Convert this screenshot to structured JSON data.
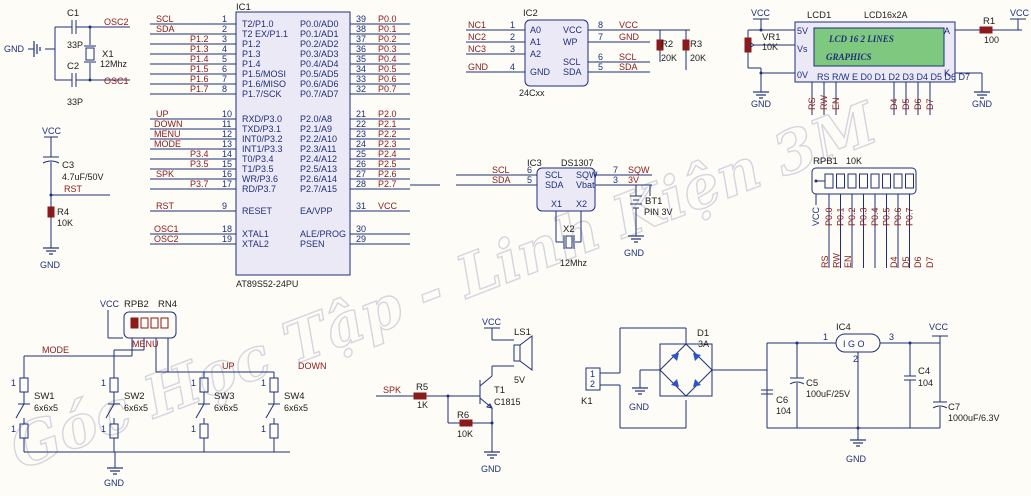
{
  "watermark": "Góc Học Tập - Linh Kiện 3M",
  "ic1": {
    "ref": "IC1",
    "part": "AT89S52-24PU",
    "left_pins": [
      {
        "net": "SCL",
        "name": "T2/P1.0",
        "num": "1"
      },
      {
        "net": "SDA",
        "name": "T2 EX/P1.1",
        "num": "2"
      },
      {
        "net": "",
        "name": "P1.2",
        "num": "3"
      },
      {
        "net": "",
        "name": "P1.3",
        "num": "4"
      },
      {
        "net": "",
        "name": "P1.4",
        "num": "5"
      },
      {
        "net": "",
        "name": "P1.5/MOSI",
        "num": "6"
      },
      {
        "net": "",
        "name": "P1.6/MISO",
        "num": "7"
      },
      {
        "net": "",
        "name": "P1.7/SCK",
        "num": "8"
      },
      {
        "net": "UP",
        "name": "RXD/P3.0",
        "num": "10"
      },
      {
        "net": "DOWN",
        "name": "TXD/P3.1",
        "num": "11"
      },
      {
        "net": "MENU",
        "name": "INT0/P3.2",
        "num": "12"
      },
      {
        "net": "MODE",
        "name": "INT1/P3.3",
        "num": "13"
      },
      {
        "net": "",
        "name": "T0/P3.4",
        "num": "14"
      },
      {
        "net": "",
        "name": "T1/P3.5",
        "num": "15"
      },
      {
        "net": "SPK",
        "name": "WR/P3.6",
        "num": "16"
      },
      {
        "net": "",
        "name": "RD/P3.7",
        "num": "17"
      },
      {
        "net": "RST",
        "name": "RESET",
        "num": "9"
      },
      {
        "net": "OSC1",
        "name": "XTAL1",
        "num": "18"
      },
      {
        "net": "OSC2",
        "name": "XTAL2",
        "num": "19"
      }
    ],
    "left_small_labels": [
      "P1.2",
      "P1.3",
      "P1.4",
      "P1.5",
      "P1.6",
      "P1.7",
      "P3.4",
      "P3.5",
      "P3.7"
    ],
    "right_pins": [
      {
        "name": "P0.0/AD0",
        "num": "39",
        "net": "P0.0"
      },
      {
        "name": "P0.1/AD1",
        "num": "38",
        "net": "P0.1"
      },
      {
        "name": "P0.2/AD2",
        "num": "37",
        "net": "P0.2"
      },
      {
        "name": "P0.3/AD3",
        "num": "36",
        "net": "P0.3"
      },
      {
        "name": "P0.4/AD4",
        "num": "35",
        "net": "P0.4"
      },
      {
        "name": "P0.5/AD5",
        "num": "34",
        "net": "P0.5"
      },
      {
        "name": "P0.6/AD6",
        "num": "33",
        "net": "P0.6"
      },
      {
        "name": "P0.7/AD7",
        "num": "32",
        "net": "P0.7"
      },
      {
        "name": "P2.0/A8",
        "num": "21",
        "net": "P2.0"
      },
      {
        "name": "P2.1/A9",
        "num": "22",
        "net": "P2.1"
      },
      {
        "name": "P2.2/A10",
        "num": "23",
        "net": "P2.2"
      },
      {
        "name": "P2.3/A11",
        "num": "24",
        "net": "P2.3"
      },
      {
        "name": "P2.4/A12",
        "num": "25",
        "net": "P2.4"
      },
      {
        "name": "P2.5/A13",
        "num": "26",
        "net": "P2.5"
      },
      {
        "name": "P2.6/A14",
        "num": "27",
        "net": "P2.6"
      },
      {
        "name": "P2.7/A15",
        "num": "28",
        "net": "P2.7"
      },
      {
        "name": "EA/VPP",
        "num": "31",
        "net": "VCC"
      },
      {
        "name": "ALE/PROG",
        "num": "30",
        "net": ""
      },
      {
        "name": "PSEN",
        "num": "29",
        "net": ""
      }
    ]
  },
  "osc": {
    "c1_ref": "C1",
    "c1_val": "33P",
    "c2_ref": "C2",
    "c2_val": "33P",
    "x1_ref": "X1",
    "x1_val": "12Mhz",
    "gnd": "GND",
    "osc1": "OSC1",
    "osc2": "OSC2"
  },
  "reset": {
    "vcc": "VCC",
    "c3_ref": "C3",
    "c3_val": "4.7uF/50V",
    "rst": "RST",
    "r4_ref": "R4",
    "r4_val": "10K",
    "gnd": "GND"
  },
  "ic2": {
    "ref": "IC2",
    "part": "24Cxx",
    "left": [
      {
        "net": "NC1",
        "name": "A0",
        "num": "1"
      },
      {
        "net": "NC2",
        "name": "A1",
        "num": "2"
      },
      {
        "net": "NC3",
        "name": "A2",
        "num": "3"
      },
      {
        "net": "GND",
        "name": "GND",
        "num": "4"
      }
    ],
    "right": [
      {
        "name": "VCC",
        "num": "8",
        "net": "VCC"
      },
      {
        "name": "WP",
        "num": "7",
        "net": "GND"
      },
      {
        "name": "SCL",
        "num": "6",
        "net": "SCL"
      },
      {
        "name": "SDA",
        "num": "5",
        "net": "SDA"
      }
    ],
    "r2_ref": "R2",
    "r2_val": "20K",
    "r3_ref": "R3",
    "r3_val": "20K"
  },
  "ic3": {
    "ref": "IC3",
    "part": "DS1307",
    "left": [
      {
        "net": "SCL",
        "name": "SCL",
        "num": "6"
      },
      {
        "net": "SDA",
        "name": "SDA",
        "num": "5"
      }
    ],
    "right": [
      {
        "name": "SQW",
        "num": "7",
        "net": "SQW"
      },
      {
        "name": "Vbat",
        "num": "3",
        "net": "3V"
      }
    ],
    "x1": "X1",
    "x2": "X2",
    "crystal_ref": "X2",
    "crystal_val": "12Mhz",
    "bt_ref": "BT1",
    "bt_val": "PIN 3V",
    "gnd": "GND"
  },
  "lcd": {
    "ref": "LCD1",
    "part": "LCD16x2A",
    "line1": "LCD 16  2  LINES",
    "line2": "GRAPHICS",
    "pins_left": [
      "5V",
      "Vs",
      "0V"
    ],
    "pins_right": [
      "A",
      "K"
    ],
    "pin_labels": "RS R/W E  D0 D1 D2 D3 D4 D5 D6 D7",
    "vcc": "VCC",
    "gnd": "GND",
    "vr_ref": "VR1",
    "vr_val": "10K",
    "r1_ref": "R1",
    "r1_val": "100",
    "bottom_nets": [
      "RS",
      "RW",
      "EN",
      "D4",
      "D5",
      "D6",
      "D7"
    ]
  },
  "rpb1": {
    "ref": "RPB1",
    "val": "10K",
    "vcc": "VCC",
    "nets": [
      "P0.0",
      "P0.1",
      "P0.2",
      "P0.3",
      "P0.4",
      "P0.5",
      "P0.6",
      "P0.7"
    ],
    "bottom_nets": [
      "RS",
      "RW",
      "EN",
      "D4",
      "D5",
      "D6",
      "D7"
    ]
  },
  "buttons": {
    "vcc": "VCC",
    "rpb2": "RPB2",
    "rn4": "RN4",
    "gnd": "GND",
    "items": [
      {
        "net": "MODE",
        "ref": "SW1",
        "val": "6x6x5"
      },
      {
        "net": "MENU",
        "ref": "SW2",
        "val": "6x6x5"
      },
      {
        "net": "UP",
        "ref": "SW3",
        "val": "6x6x5"
      },
      {
        "net": "DOWN",
        "ref": "SW4",
        "val": "6x6x5"
      }
    ]
  },
  "speaker": {
    "vcc": "VCC",
    "ls": "LS1",
    "ls_val": "5V",
    "spk": "SPK",
    "r5_ref": "R5",
    "r5_val": "1K",
    "r6_ref": "R6",
    "r6_val": "10K",
    "t1_ref": "T1",
    "t1_val": "C1815",
    "gnd": "GND"
  },
  "power": {
    "k1": "K1",
    "d1_ref": "D1",
    "d1_val": "3A",
    "ic4": "IC4",
    "ic4_body": "I  G  O",
    "c5_ref": "C5",
    "c5_val": "100uF/25V",
    "c6_ref": "C6",
    "c6_val": "104",
    "c4_ref": "C4",
    "c4_val": "104",
    "c7_ref": "C7",
    "c7_val": "1000uF/6.3V",
    "vcc": "VCC",
    "gnd": "GND"
  }
}
